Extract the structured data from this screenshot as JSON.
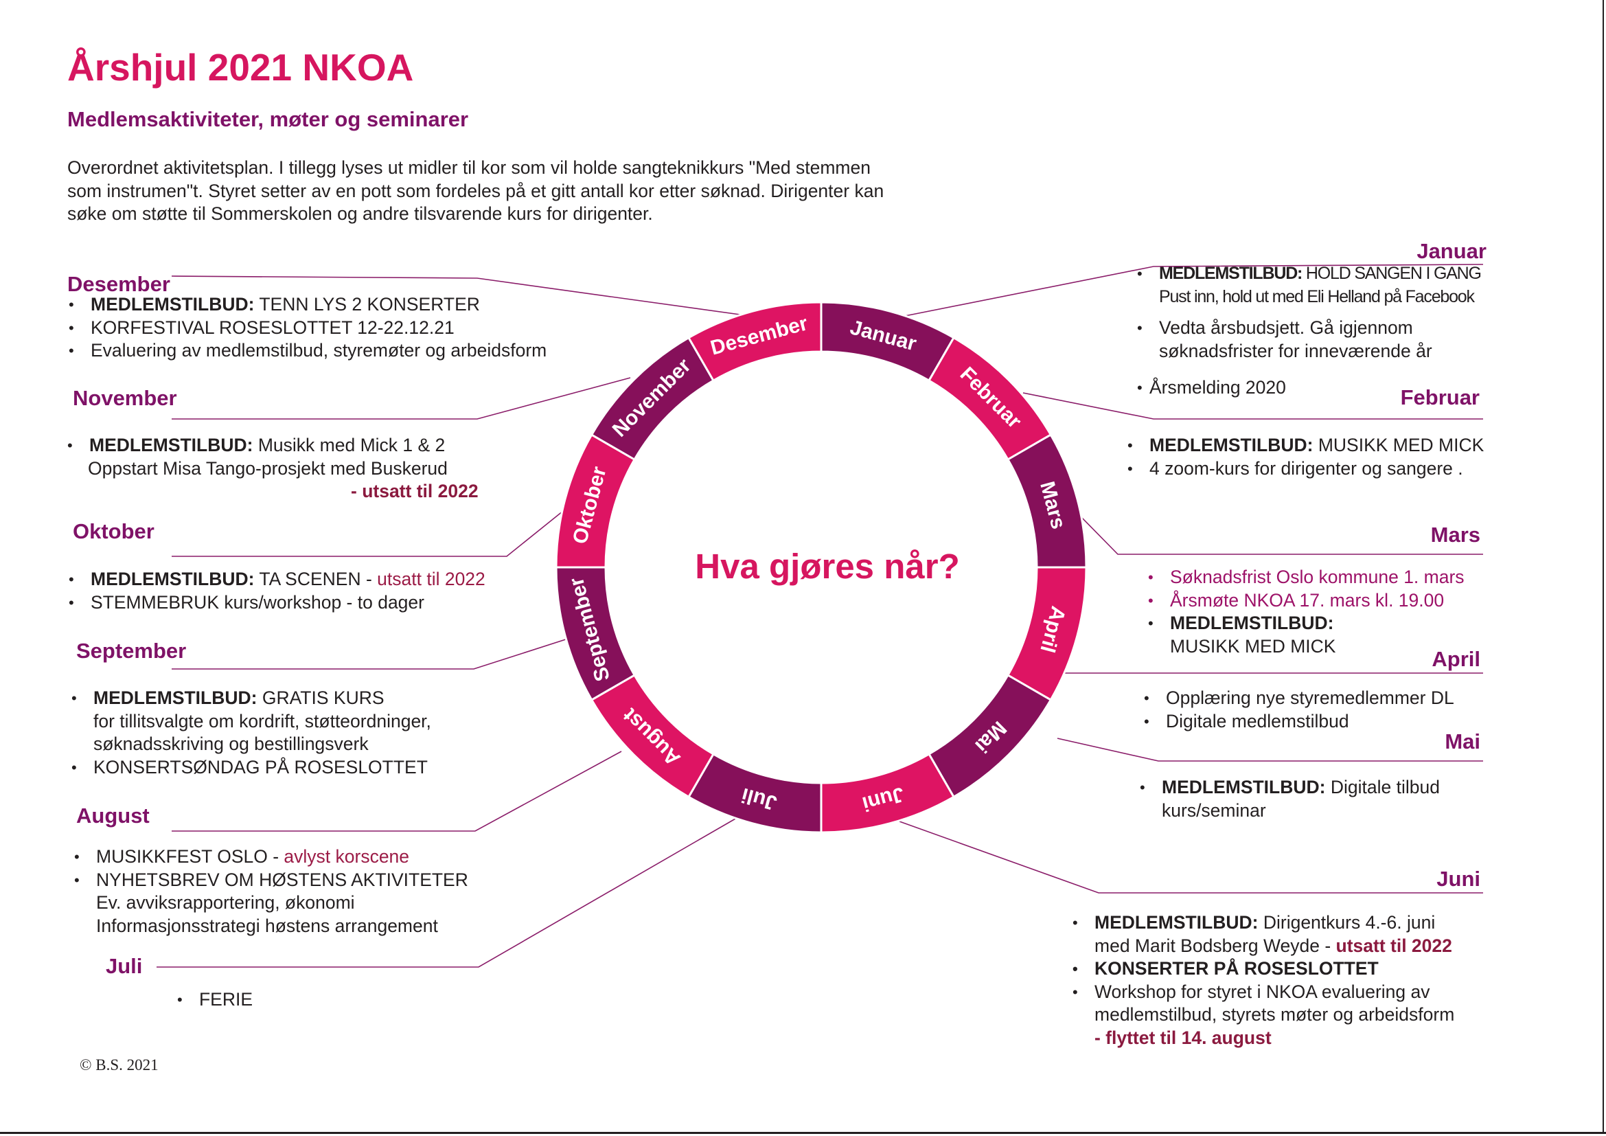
{
  "title": "Årshjul 2021 NKOA",
  "subtitle": "Medlemsaktiviteter, møter og seminarer",
  "intro": [
    "Overordnet aktivitetsplan. I tillegg lyses ut midler til kor som vil holde sangteknikkurs \"Med stemmen",
    "som instrumen\"t. Styret setter av en pott som fordeles på et gitt antall kor etter søknad. Dirigenter kan",
    "søke om støtte til Sommerskolen og andre tilsvarende kurs for dirigenter."
  ],
  "center_question": "Hva gjøres når?",
  "copyright": "© B.S. 2021",
  "colors": {
    "magenta": "#d6165f",
    "plum": "#7f1267",
    "dark_red": "#8b1a3f"
  },
  "wheel_months": [
    "Januar",
    "Februar",
    "Mars",
    "April",
    "Mai",
    "Juni",
    "Juli",
    "August",
    "September",
    "Oktober",
    "November",
    "Desember"
  ],
  "months": {
    "desember": {
      "heading": "Desember",
      "items": [
        {
          "bold": "MEDLEMSTILBUD:",
          "text": " TENN LYS 2 KONSERTER"
        },
        {
          "text": "KORFESTIVAL ROSESLOTTET 12-22.12.21"
        },
        {
          "text": "Evaluering av medlemstilbud, styremøter og arbeidsform"
        }
      ]
    },
    "november": {
      "heading": "November",
      "bold": "MEDLEMSTILBUD:",
      "text": " Musikk med Mick 1 & 2",
      "line2": "Oppstart Misa Tango-prosjekt med Buskerud",
      "dash": "- ",
      "postponed": "utsatt til 2022"
    },
    "oktober": {
      "heading": "Oktober",
      "bold": "MEDLEMSTILBUD:",
      "text": " TA SCENEN - ",
      "postponed": "utsatt til 2022",
      "item2": "STEMMEBRUK kurs/workshop - to dager"
    },
    "september": {
      "heading": "September",
      "bold": "MEDLEMSTILBUD:",
      "text": " GRATIS KURS",
      "line2": "for tillitsvalgte om kordrift, støtteordninger,",
      "line3": "søknadsskriving og bestillingsverk",
      "item2": "KONSERTSØNDAG PÅ ROSESLOTTET"
    },
    "august": {
      "heading": "August",
      "text": "MUSIKKFEST OSLO - ",
      "cancelled": "avlyst korscene",
      "item2": "NYHETSBREV OM HØSTENS AKTIVITETER",
      "line3": "Ev. avviksrapportering, økonomi",
      "line4": "Informasjonsstrategi høstens arrangement"
    },
    "juli": {
      "heading": "Juli",
      "item": "FERIE"
    },
    "januar": {
      "heading": "Januar",
      "bold": "MEDLEMSTILBUD:",
      "text": " HOLD SANGEN I GANG",
      "line2": "Pust inn, hold ut med Eli Helland på Facebook",
      "item2": "Vedta årsbudsjett. Gå igjennom",
      "item2_line2": "søknadsfrister for inneværende år",
      "item3": "Årsmelding 2020"
    },
    "februar": {
      "heading": "Februar",
      "bold": "MEDLEMSTILBUD:",
      "text": " MUSIKK MED MICK",
      "item2": "4 zoom-kurs for dirigenter og sangere ."
    },
    "mars": {
      "heading": "Mars",
      "item1": "Søknadsfrist Oslo kommune 1. mars",
      "item2": "Årsmøte NKOA  17. mars kl. 19.00",
      "bold": "MEDLEMSTILBUD:",
      "line2": "MUSIKK MED MICK"
    },
    "april": {
      "heading": "April",
      "item1": "Opplæring nye styremedlemmer DL",
      "item2": "Digitale medlemstilbud"
    },
    "mai": {
      "heading": "Mai",
      "bold": "MEDLEMSTILBUD:",
      "text": " Digitale tilbud",
      "line2": "kurs/seminar"
    },
    "juni": {
      "heading": "Juni",
      "bold": "MEDLEMSTILBUD:",
      "text": " Dirigentkurs 4.-6. juni",
      "line2": "med Marit Bodsberg Weyde - ",
      "postponed": "utsatt til 2022",
      "item2": "KONSERTER PÅ ROSESLOTTET",
      "item3": "Workshop for styret i NKOA  evaluering av",
      "item3_line2": "medlemstilbud, styrets møter og arbeidsform",
      "moved": "- flyttet til 14. august"
    }
  }
}
